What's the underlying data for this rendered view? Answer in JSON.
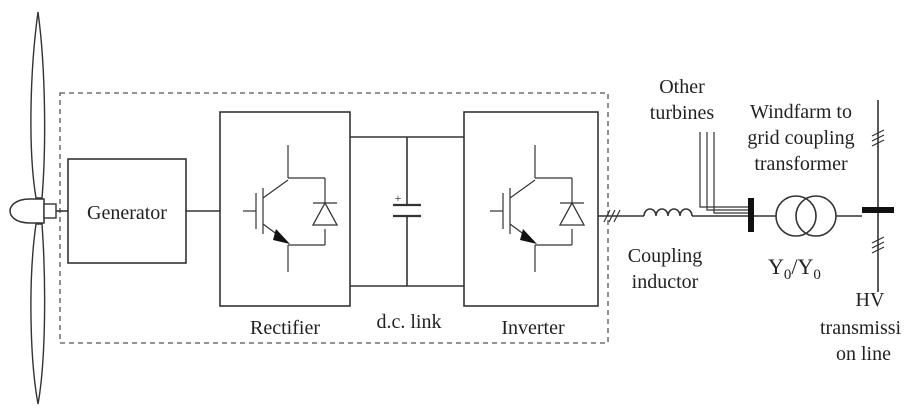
{
  "labels": {
    "generator": "Generator",
    "rectifier": "Rectifier",
    "dc_link": "d.c. link",
    "inverter": "Inverter",
    "coupling_inductor": [
      "Coupling",
      "inductor"
    ],
    "other_turbines": [
      "Other",
      "turbines"
    ],
    "transformer_label": [
      "Windfarm to",
      "grid coupling",
      "transformer"
    ],
    "transformer_type": {
      "base": "Y",
      "sub": "0",
      "sep": "/"
    },
    "hv_line": [
      "HV",
      "transmissi",
      "on line"
    ],
    "capacitor_plus": "+"
  }
}
